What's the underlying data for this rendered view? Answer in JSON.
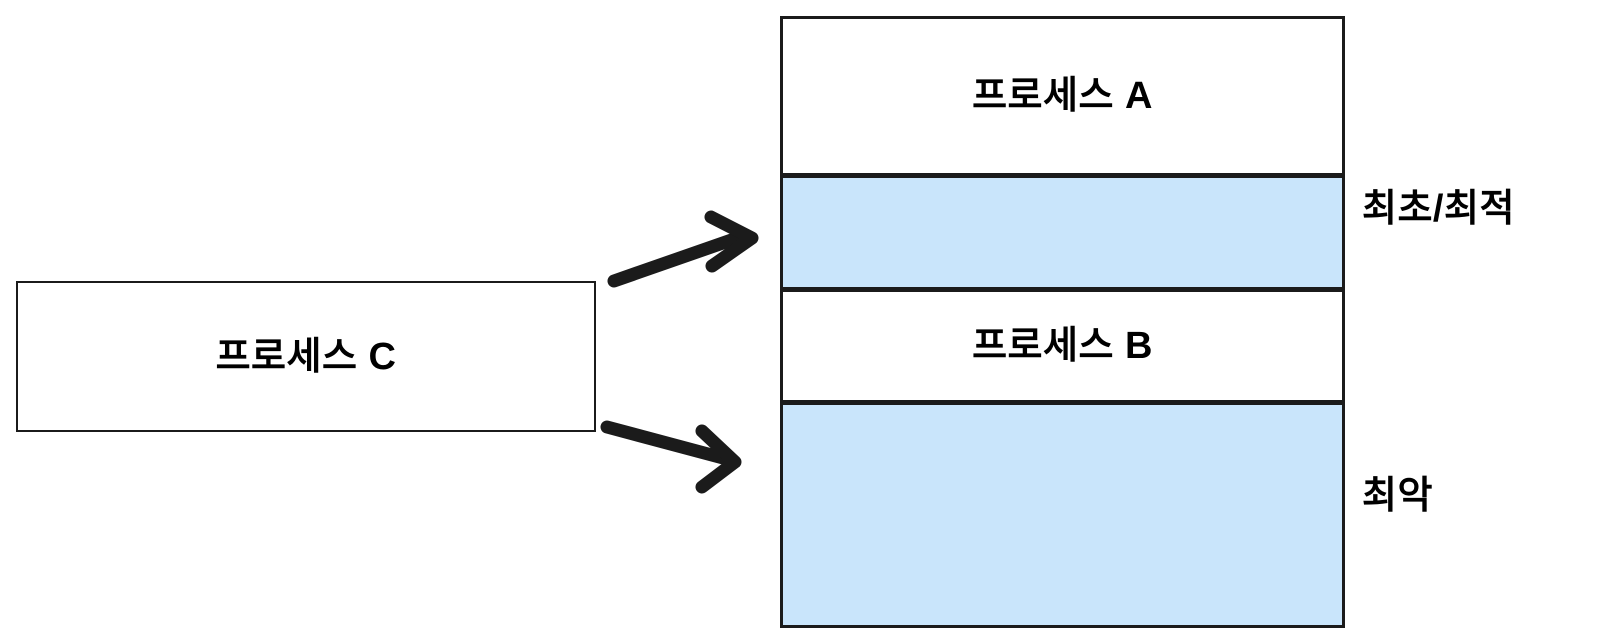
{
  "diagram": {
    "title": "Memory allocation strategies",
    "colors": {
      "free_block": "#c9e5fb",
      "used_block": "#ffffff",
      "stroke": "#1b1b1b",
      "text": "#000000",
      "background": "#ffffff"
    }
  },
  "source": {
    "process_label": "프로세스 C"
  },
  "memory": {
    "blocks": [
      {
        "label": "프로세스 A",
        "state": "used"
      },
      {
        "label": "",
        "state": "free"
      },
      {
        "label": "프로세스 B",
        "state": "used"
      },
      {
        "label": "",
        "state": "free"
      }
    ]
  },
  "annotations": [
    {
      "label": "최초/최적"
    },
    {
      "label": "최악"
    }
  ],
  "arrows": [
    {
      "name": "arrow-to-first-best-fit-hole",
      "direction": "up-right"
    },
    {
      "name": "arrow-to-worst-fit-hole",
      "direction": "down-right"
    }
  ]
}
